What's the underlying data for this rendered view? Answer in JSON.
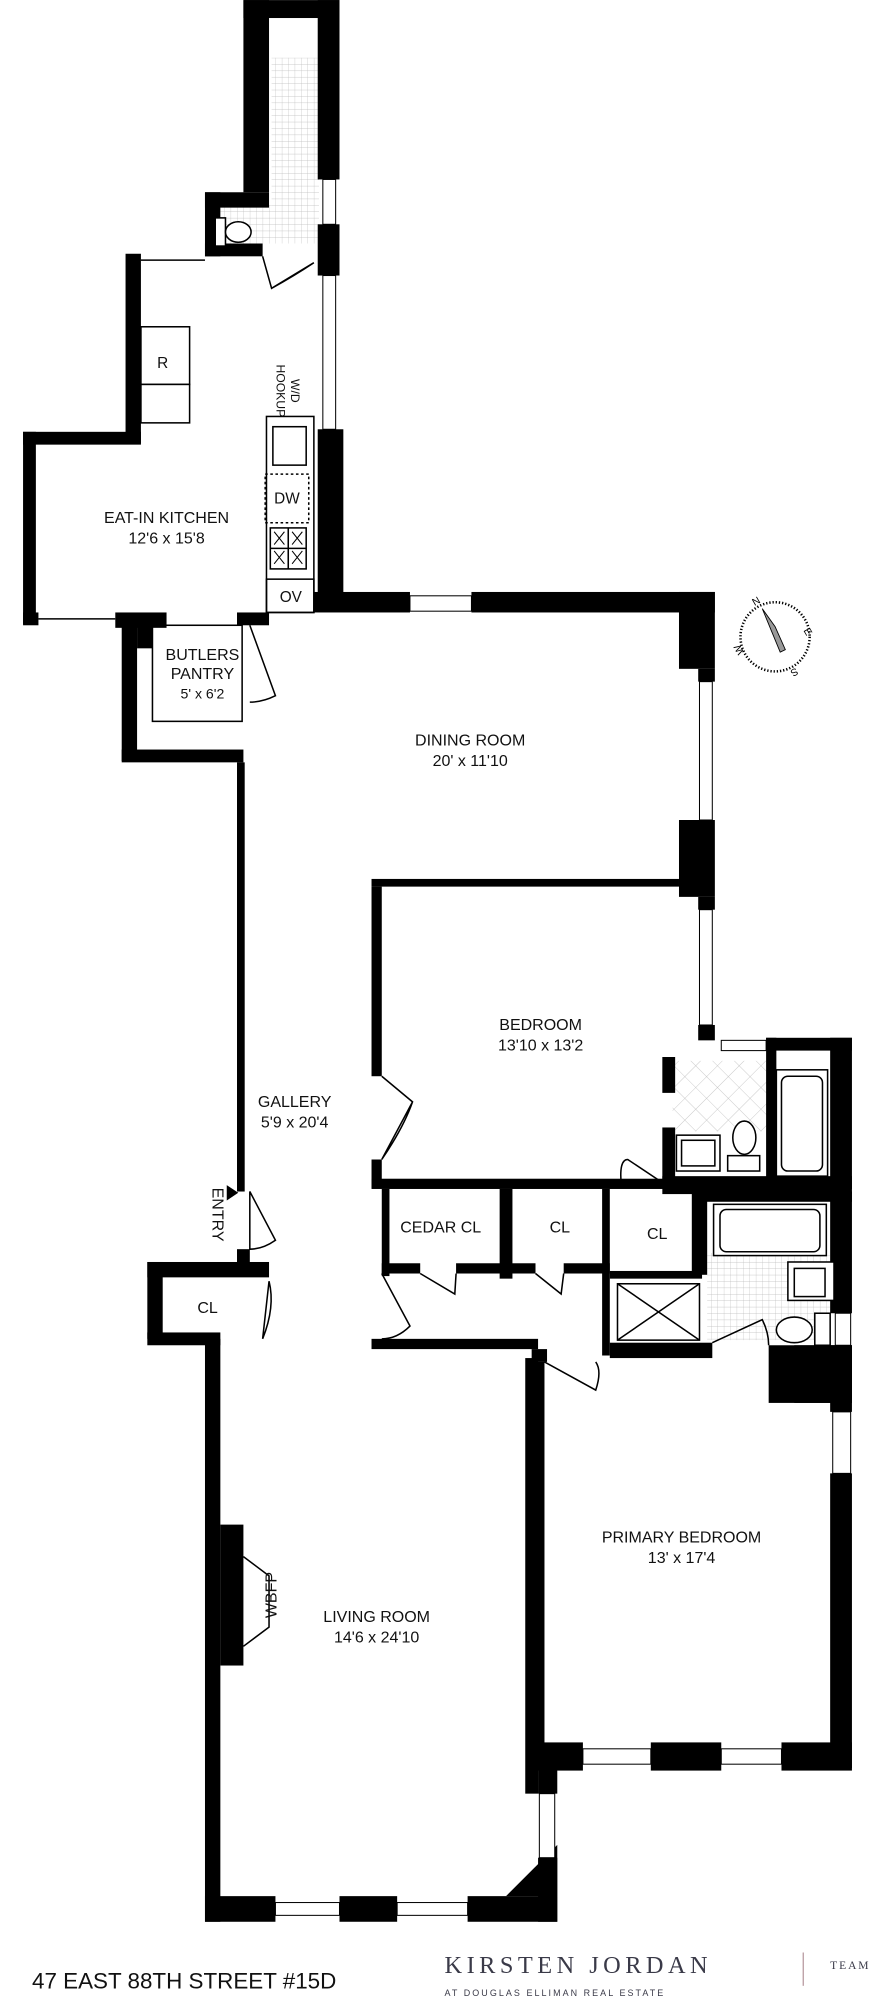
{
  "rooms": {
    "kitchen": {
      "name": "EAT-IN KITCHEN",
      "dims": "12'6 x 15'8"
    },
    "pantry": {
      "name_1": "BUTLERS",
      "name_2": "PANTRY",
      "dims": "5' x 6'2"
    },
    "dining": {
      "name": "DINING ROOM",
      "dims": "20' x 11'10"
    },
    "bedroom": {
      "name": "BEDROOM",
      "dims": "13'10 x 13'2"
    },
    "gallery": {
      "name": "GALLERY",
      "dims": "5'9 x 20'4"
    },
    "primary": {
      "name": "PRIMARY BEDROOM",
      "dims": "13' x 17'4"
    },
    "living": {
      "name": "LIVING ROOM",
      "dims": "14'6 x 24'10"
    },
    "closets": [
      "CEDAR CL",
      "CL",
      "CL",
      "CL"
    ]
  },
  "fixtures": {
    "refrigerator": "R",
    "dishwasher": "DW",
    "oven": "OV",
    "washer_dryer_1": "W/D",
    "washer_dryer_2": "HOOKUP",
    "fireplace": "WBFP",
    "entry": "ENTRY"
  },
  "compass": {
    "north": "N",
    "east": "E",
    "south": "S",
    "west": "W"
  },
  "footer": {
    "address": "47 EAST 88TH STREET #15D",
    "logo_name": "KIRSTEN JORDAN",
    "logo_team": "TEAM",
    "logo_sub": "AT DOUGLAS ELLIMAN REAL ESTATE"
  },
  "colors": {
    "walls": "#000000",
    "logo": "#3a3a48",
    "logo_divider": "#b89aa0"
  }
}
